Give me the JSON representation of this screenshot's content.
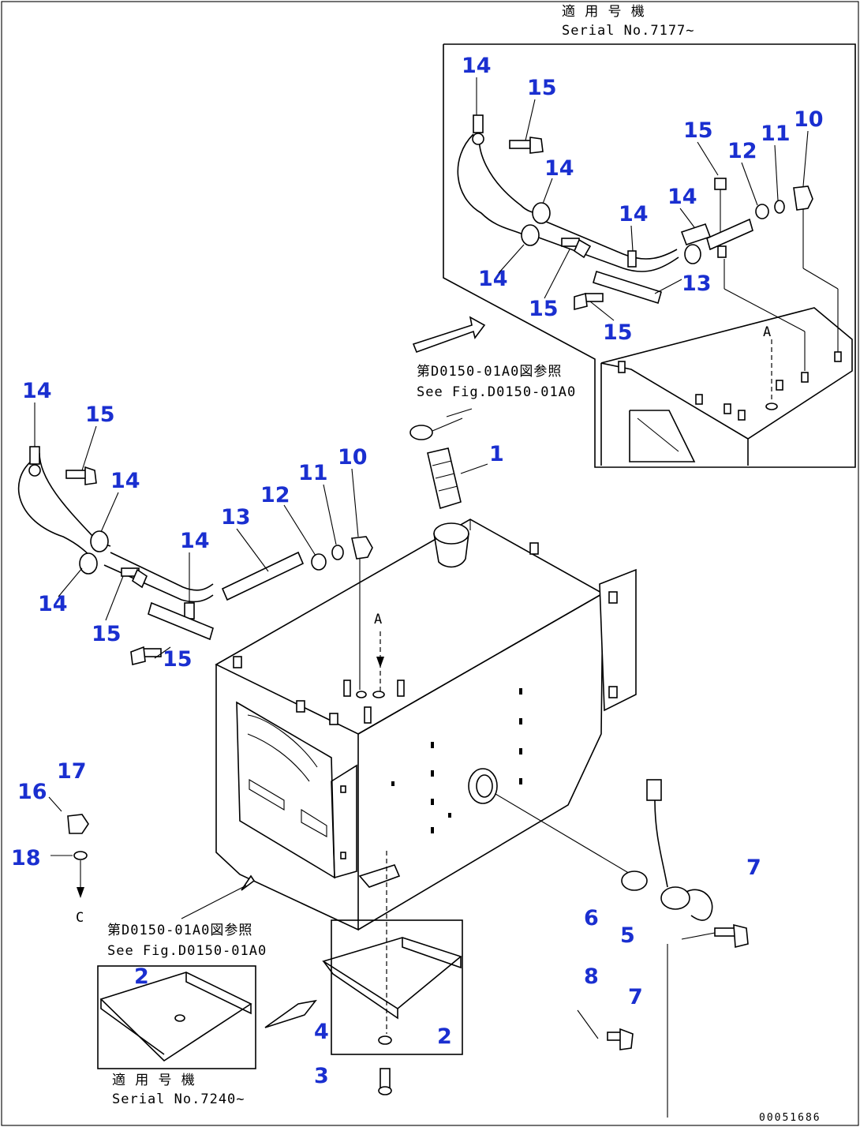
{
  "inset_top": {
    "label_jp": "適 用 号 機",
    "label_en": "Serial No.7177~"
  },
  "ref_note_top": {
    "jp": "第D0150-01A0図参照",
    "en": "See Fig.D0150-01A0"
  },
  "ref_note_bottom": {
    "jp": "第D0150-01A0図参照",
    "en": "See Fig.D0150-01A0"
  },
  "inset_bottom": {
    "label_jp": "適 用 号 機",
    "label_en": "Serial No.7240~"
  },
  "drawing_code": "00051686",
  "callouts": {
    "c01": "14",
    "c02": "15",
    "c03": "15",
    "c04": "12",
    "c05": "11",
    "c06": "10",
    "c07": "14",
    "c08": "14",
    "c09": "14",
    "c10": "14",
    "c11": "13",
    "c12": "15",
    "c13": "15",
    "c14": "14",
    "c15": "15",
    "c16": "14",
    "c17": "13",
    "c18": "12",
    "c19": "11",
    "c20": "10",
    "c21": "14",
    "c22": "14",
    "c23": "15",
    "c24": "15",
    "c25": "1",
    "c26": "16",
    "c27": "17",
    "c28": "18",
    "c29": "2",
    "c30": "4",
    "c31": "3",
    "c32": "2",
    "c33": "6",
    "c34": "5",
    "c35": "7",
    "c36": "8",
    "c37": "7"
  },
  "colors": {
    "callout": "#1a2fd0",
    "line": "#000000",
    "background": "#ffffff"
  }
}
